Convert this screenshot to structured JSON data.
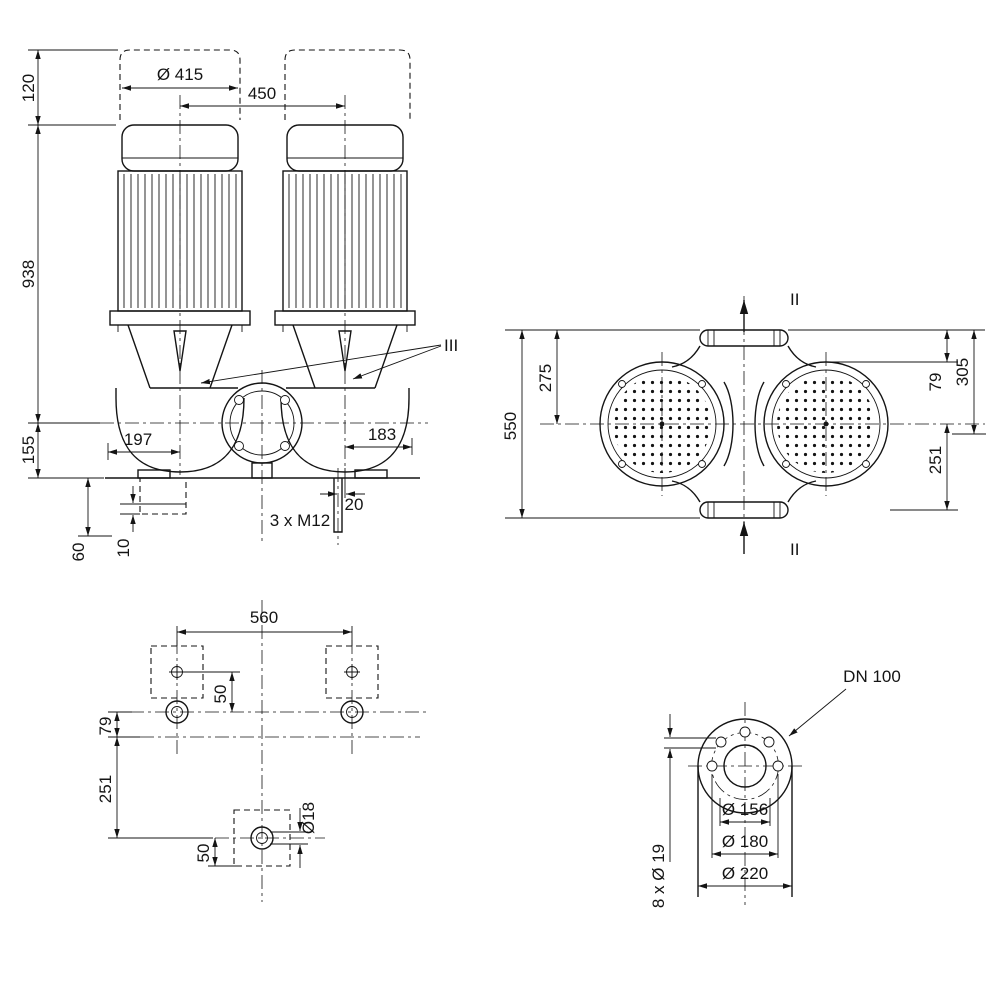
{
  "colors": {
    "ink": "#141414",
    "background": "#ffffff"
  },
  "drawing": {
    "front": {
      "motor_clearance_dia": "Ø 415",
      "motor_spacing": "450",
      "removal_clearance": "120",
      "height_total": "938",
      "height_base": "155",
      "offset_left": "197",
      "offset_right": "183",
      "foundation_depth": "60",
      "grout_thickness": "10",
      "anchor_offset": "20",
      "anchor_bolts": "3 x M12",
      "section_marker": "III"
    },
    "top": {
      "width_total": "550",
      "width_center": "275",
      "axis_to_edge": "79",
      "motor_extent": "305",
      "axis_to_flange": "251",
      "section_marker_top": "II",
      "section_marker_bottom": "II"
    },
    "foundation": {
      "bolt_spacing": "560",
      "offset_upper": "50",
      "axis_offset": "79",
      "axis_to_bolt": "251",
      "offset_lower": "50",
      "hole_dia": "Ø18"
    },
    "flange": {
      "nominal_dia": "DN 100",
      "raised_face_dia": "Ø 156",
      "bolt_circle_dia": "Ø 180",
      "outer_dia": "Ø 220",
      "bolt_holes": "8 x Ø 19"
    }
  }
}
